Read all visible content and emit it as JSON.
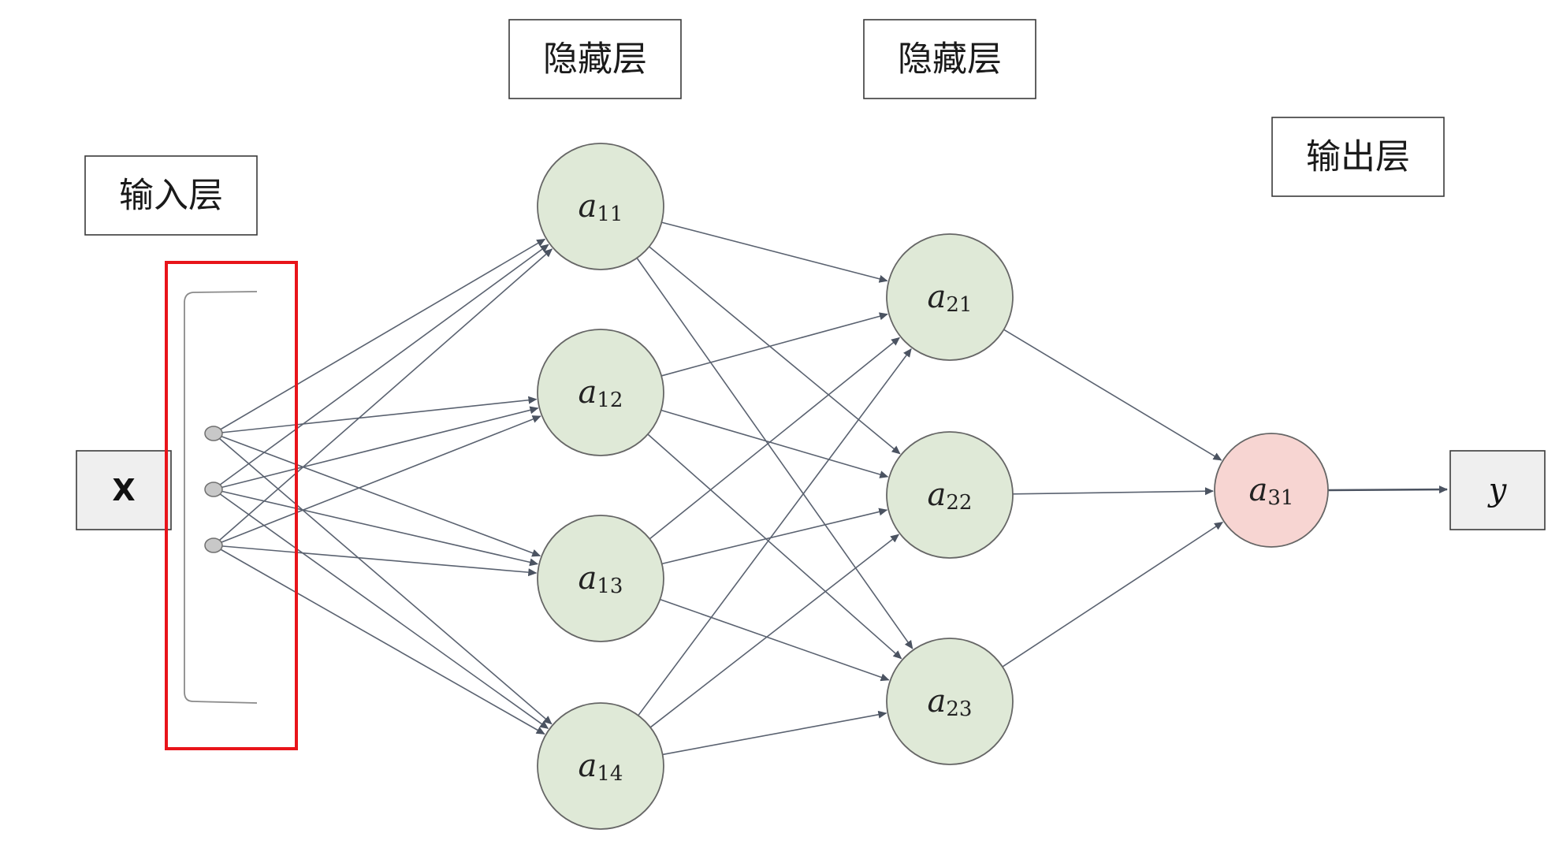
{
  "labels": {
    "input_layer": "输入层",
    "hidden_layer_1": "隐藏层",
    "hidden_layer_2": "隐藏层",
    "output_layer": "输出层"
  },
  "io": {
    "input": "X",
    "output": "y"
  },
  "nodes": {
    "h1": [
      {
        "base": "a",
        "sub": "11"
      },
      {
        "base": "a",
        "sub": "12"
      },
      {
        "base": "a",
        "sub": "13"
      },
      {
        "base": "a",
        "sub": "14"
      }
    ],
    "h2": [
      {
        "base": "a",
        "sub": "21"
      },
      {
        "base": "a",
        "sub": "22"
      },
      {
        "base": "a",
        "sub": "23"
      }
    ],
    "out": [
      {
        "base": "a",
        "sub": "31"
      }
    ]
  },
  "input_dot_count": 3,
  "colors": {
    "hidden_node_fill": "#dfe9d7",
    "output_node_fill": "#f7d5d2",
    "highlight": "#e8141a",
    "edge": "#5a6270"
  }
}
